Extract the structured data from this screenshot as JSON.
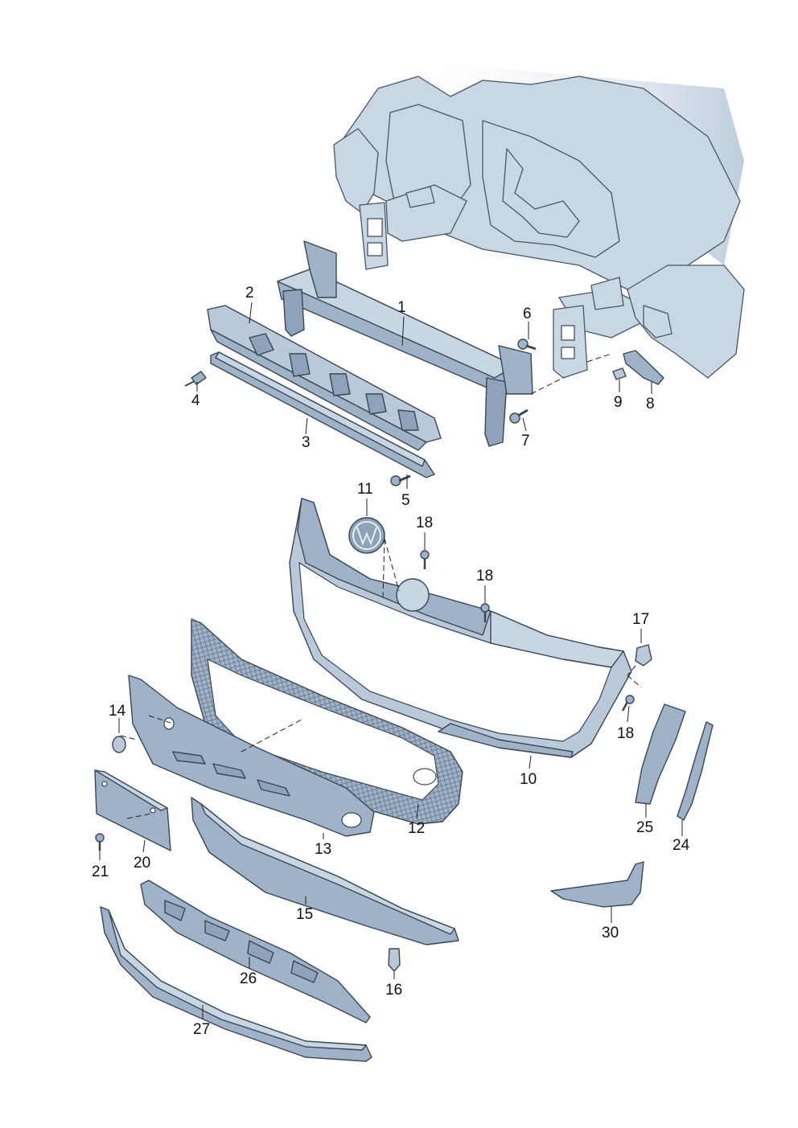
{
  "labels": {
    "p1": "1",
    "p2": "2",
    "p3": "3",
    "p4": "4",
    "p5": "5",
    "p6": "6",
    "p7": "7",
    "p8": "8",
    "p9": "9",
    "p10": "10",
    "p11": "11",
    "p12": "12",
    "p13": "13",
    "p14": "14",
    "p15": "15",
    "p16": "16",
    "p17": "17",
    "p18a": "18",
    "p18b": "18",
    "p18c": "18",
    "p20": "20",
    "p21": "21",
    "p24": "24",
    "p25": "25",
    "p26": "26",
    "p27": "27",
    "p30": "30"
  },
  "colors": {
    "part_fill": "#9fb3c8",
    "part_fill_light": "#c8d5e2",
    "outline": "#3a4654",
    "label": "#111111"
  }
}
